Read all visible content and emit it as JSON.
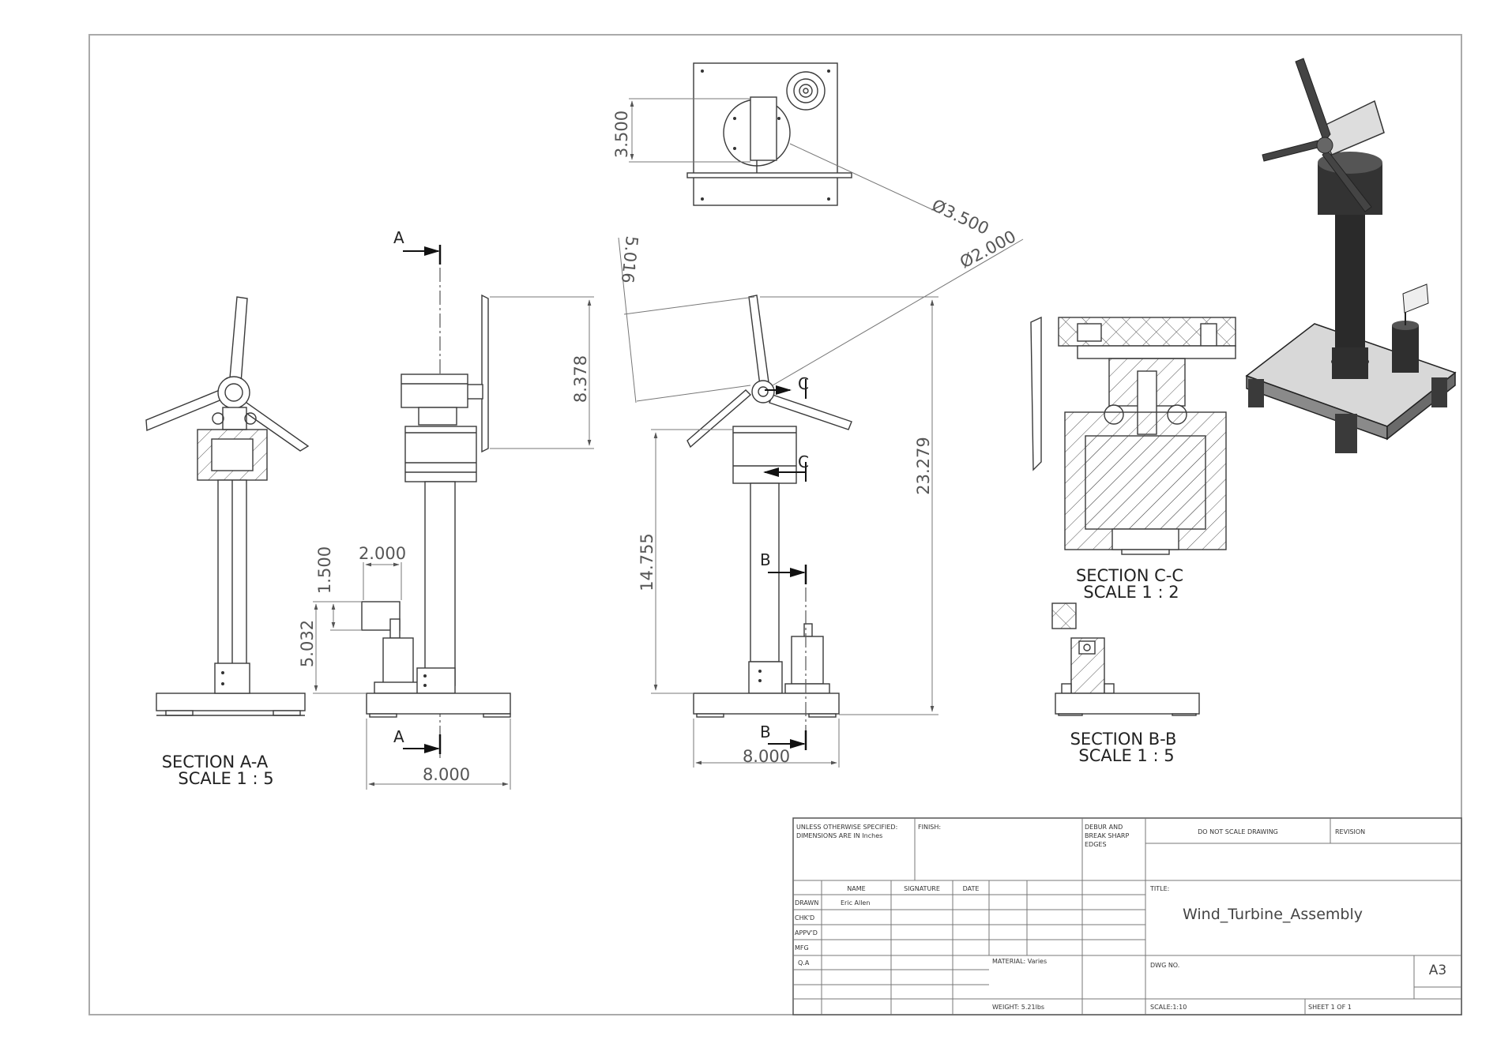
{
  "dimensions": {
    "top_3500": "3.500",
    "dia_3500": "Ø3.500",
    "dia_2000": "Ø2.000",
    "d_5016": "5.016",
    "d_8378": "8.378",
    "d_23279": "23.279",
    "d_14755": "14.755",
    "d_2000": "2.000",
    "d_1500": "1.500",
    "d_5032": "5.032",
    "d_8000_left": "8.000",
    "d_8000_mid": "8.000"
  },
  "section_markers": {
    "a": "A",
    "b": "B",
    "c": "C"
  },
  "section_labels": {
    "aa_title": "SECTION A-A",
    "aa_scale": "SCALE 1 : 5",
    "cc_title": "SECTION C-C",
    "cc_scale": "SCALE 1 : 2",
    "bb_title": "SECTION B-B",
    "bb_scale": "SCALE 1 : 5"
  },
  "title_block": {
    "unless": "UNLESS OTHERWISE SPECIFIED:",
    "dimensions_note": "DIMENSIONS ARE IN Inches",
    "finish": "FINISH:",
    "debur1": "DEBUR AND",
    "debur2": "BREAK SHARP",
    "debur3": "EDGES",
    "do_not_scale": "DO NOT SCALE DRAWING",
    "revision": "REVISION",
    "name_h": "NAME",
    "signature_h": "SIGNATURE",
    "date_h": "DATE",
    "drawn": "DRAWN",
    "drawn_name": "Eric Allen",
    "chkd": "CHK'D",
    "appvd": "APPV'D",
    "mfg": "MFG",
    "qa": "Q.A",
    "material": "MATERIAL: Varies",
    "weight": "WEIGHT: 5.21lbs",
    "title_label": "TITLE:",
    "title_value": "Wind_Turbine_Assembly",
    "dwg_no": "DWG NO.",
    "size": "A3",
    "scale": "SCALE:1:10",
    "sheet": "SHEET 1 OF 1"
  }
}
